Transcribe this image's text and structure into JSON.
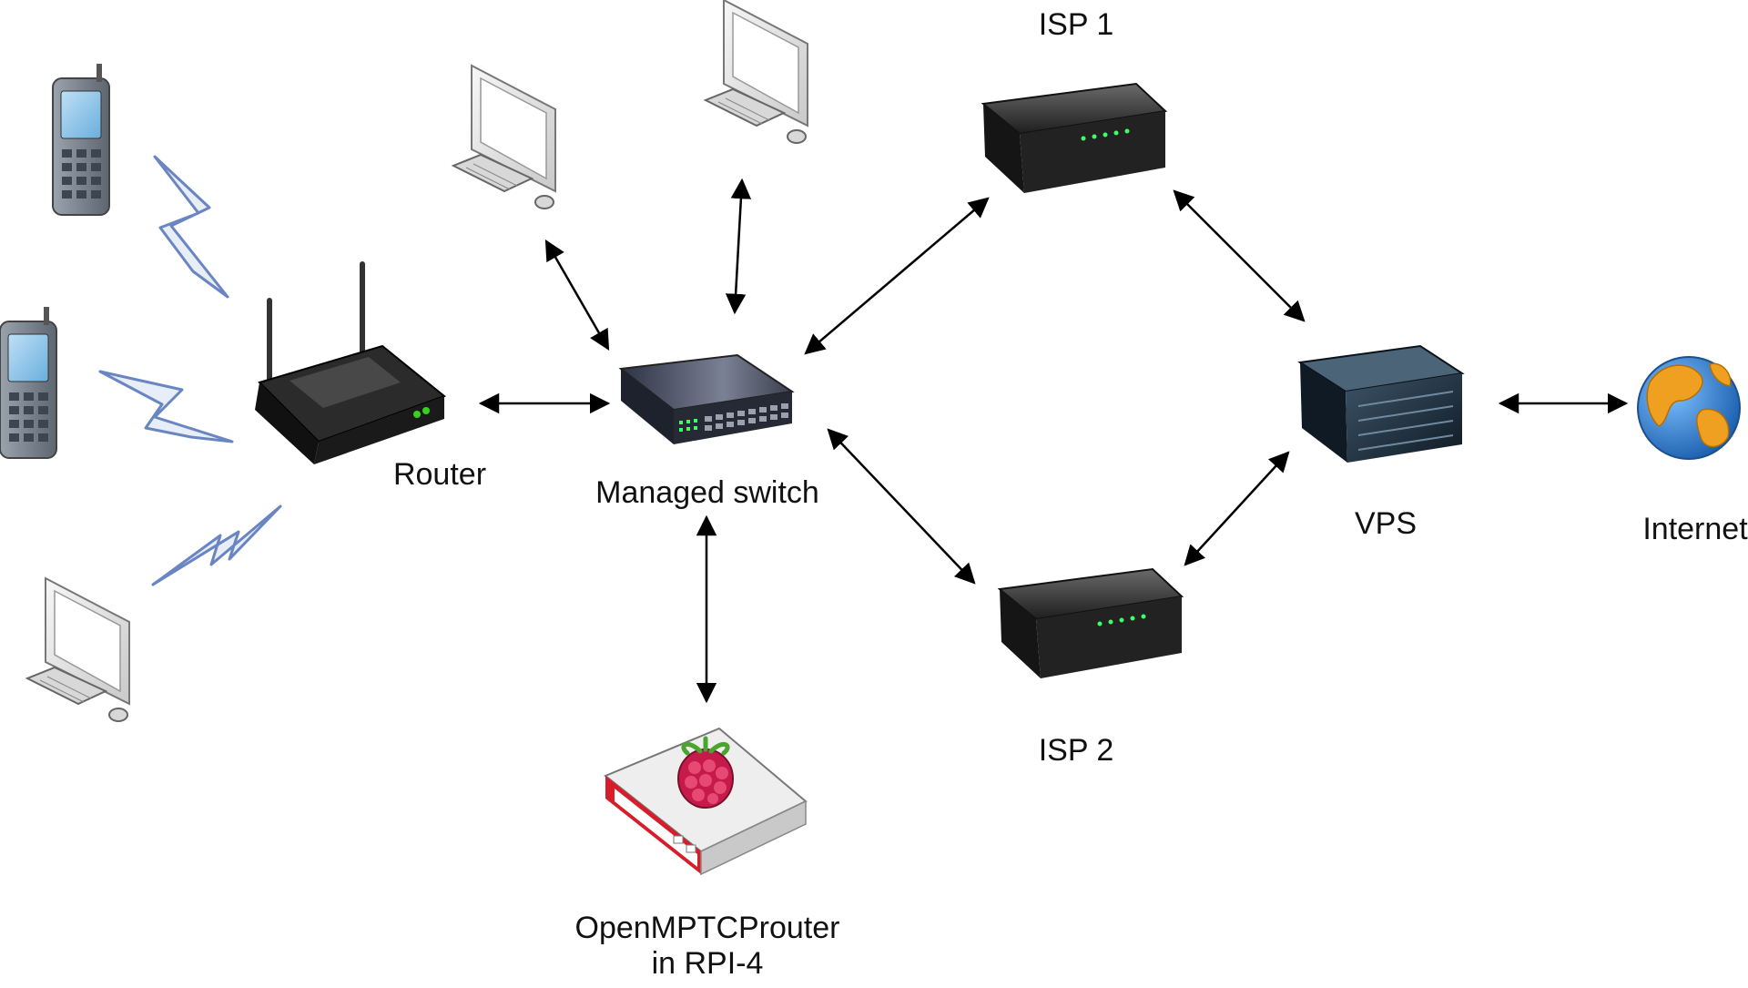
{
  "nodes": {
    "isp1": {
      "label": "ISP 1"
    },
    "isp2": {
      "label": "ISP 2"
    },
    "router": {
      "label": "Router"
    },
    "switch": {
      "label": "Managed switch"
    },
    "vps": {
      "label": "VPS"
    },
    "internet": {
      "label": "Internet"
    },
    "openmptc": {
      "label_line1": "OpenMPTCProuter",
      "label_line2": "in RPI-4"
    }
  },
  "colors": {
    "arrow": "#000000",
    "wireless": "#6a86c2",
    "label_text": "#111111",
    "raspberry": "#c51a4a",
    "globe_ocean": "#2f7fd8",
    "globe_land": "#f0a020"
  },
  "icons": {
    "phones": [
      "mobile-phone-icon",
      "mobile-phone-icon"
    ],
    "computers": [
      "desktop-computer-icon",
      "desktop-computer-icon",
      "desktop-computer-icon"
    ],
    "wireless": "lightning-bolt-icon",
    "router": "wifi-router-icon",
    "switch": "network-switch-icon",
    "modem": "modem-icon",
    "server": "server-icon",
    "globe": "globe-icon",
    "raspberry": "raspberry-pi-icon"
  }
}
